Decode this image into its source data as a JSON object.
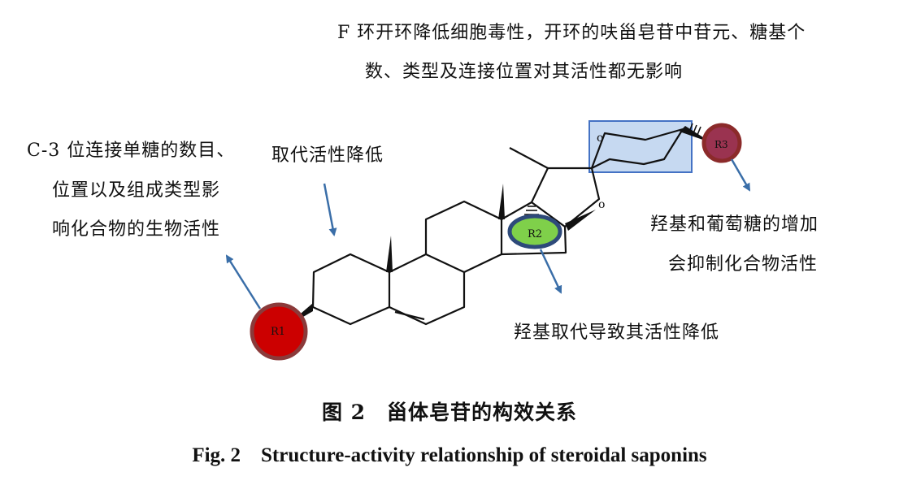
{
  "annotations": {
    "f_ring": {
      "line1": "F 环开环降低细胞毒性，开环的呋甾皂苷中苷元、糖基个",
      "line2": "数、类型及连接位置对其活性都无影响"
    },
    "c3": {
      "line1": "C-3 位连接单糖的数目、",
      "line2": "位置以及组成类型影",
      "line3": "响化合物的生物活性"
    },
    "substitution": "取代活性降低",
    "r3_effect": {
      "line1": "羟基和葡萄糖的增加",
      "line2": "会抑制化合物活性"
    },
    "r2_effect": "羟基取代导致其活性降低"
  },
  "atoms": {
    "r1": "R1",
    "r2": "R2",
    "r3": "R3",
    "o_ring_e": "o",
    "o_ring_f": "o"
  },
  "caption": {
    "cn": "图 2　甾体皂苷的构效关系",
    "en": "Fig. 2　Structure-activity relationship of steroidal saponins"
  },
  "colors": {
    "r1_fill": "#cc0000",
    "r1_ring": "#8b3a3a",
    "r2_fill": "#7fd04a",
    "r2_ring": "#2e4a7a",
    "r3_fill": "#9a3350",
    "r3_ring": "#8b2a2a",
    "arrow": "#3a6ea8",
    "highlight_fill": "#c6d9f1",
    "highlight_stroke": "#4472c4"
  }
}
